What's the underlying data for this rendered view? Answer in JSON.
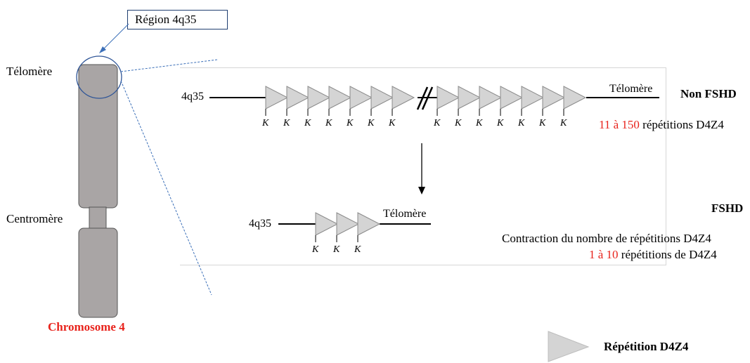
{
  "chromosome": {
    "region_label": "Région 4q35",
    "telomere_label": "Télomère",
    "centromere_label": "Centromère",
    "name": "Chromosome 4",
    "name_color": "#e8231c",
    "body_color": "#a9a5a5"
  },
  "non_fshd": {
    "title": "Non FSHD",
    "start_label": "4q35",
    "end_label": "Télomère",
    "repeat_count_before_break": 7,
    "repeat_count_after_break": 7,
    "range_red": "11 à 150",
    "range_rest": "répétitions D4Z4"
  },
  "fshd": {
    "title": "FSHD",
    "start_label": "4q35",
    "end_label": "Télomère",
    "repeat_count": 3,
    "description": "Contraction du nombre de répétitions D4Z4",
    "range_red": "1 à 10",
    "range_rest": "répétitions de D4Z4"
  },
  "marker_label": "K",
  "legend": {
    "label": "Répétition D4Z4",
    "triangle_color": "#d4d4d4"
  }
}
